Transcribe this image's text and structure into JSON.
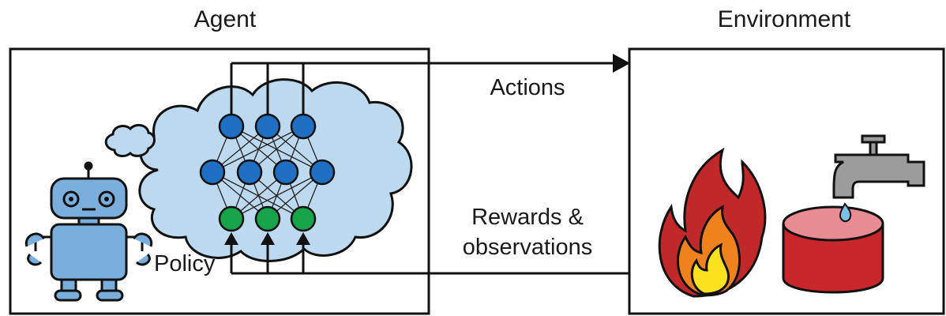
{
  "agent": {
    "title": "Agent",
    "policy_label": "Policy"
  },
  "environment": {
    "title": "Environment"
  },
  "arrows": {
    "actions_label": "Actions",
    "feedback_label_line1": "Rewards &",
    "feedback_label_line2": "observations"
  },
  "icons": {
    "agent": "robot-icon",
    "thought": "thought-cloud-icon",
    "policy": "neural-network-icon",
    "env_hazard": "fire-icon",
    "env_source": "water-faucet-icon",
    "env_container": "bucket-icon"
  },
  "colors": {
    "cloud": "#bcd9ef",
    "robot": "#7aaedc",
    "hidden_node": "#1f6fc2",
    "input_node": "#17a34a",
    "fire_outer": "#c0282a",
    "fire_mid": "#f0821e",
    "fire_inner": "#fbe11e",
    "bucket": "#c8262b",
    "bucket_top": "#e98b92",
    "faucet": "#9c9c9c",
    "drop": "#7cc0e8"
  }
}
